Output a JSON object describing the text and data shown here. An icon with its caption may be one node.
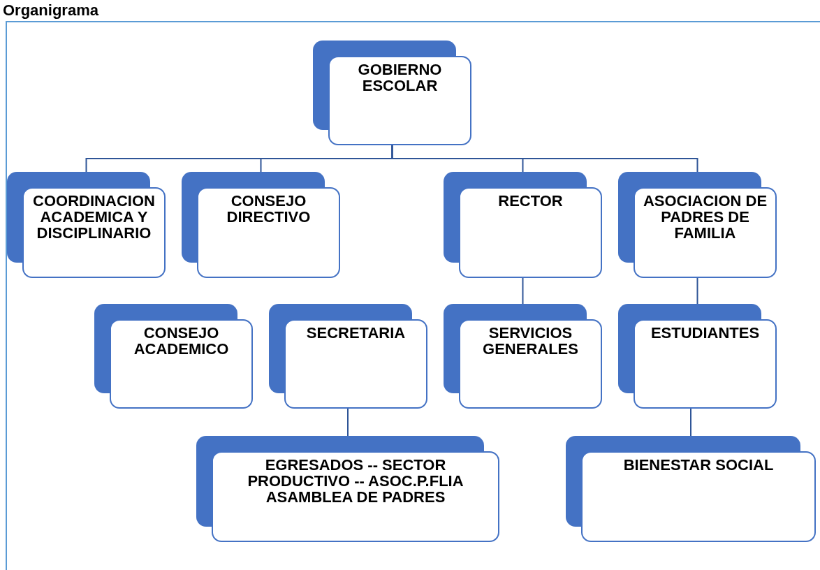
{
  "diagram": {
    "title": "Organigrama",
    "nodes": [
      {
        "text": [
          "GOBIERNO ESCOLAR"
        ]
      },
      {
        "text": [
          "COORDINACION ACADEMICA Y DISCIPLINARIO"
        ]
      },
      {
        "text": [
          "CONSEJO DIRECTIVO"
        ]
      },
      {
        "text": [
          "RECTOR"
        ]
      },
      {
        "text": [
          "ASOCIACION DE PADRES DE FAMILIA"
        ]
      },
      {
        "text": [
          "CONSEJO ACADEMICO"
        ]
      },
      {
        "text": [
          "SECRETARIA"
        ]
      },
      {
        "text": [
          "SERVICIOS GENERALES"
        ]
      },
      {
        "text": [
          "ESTUDIANTES"
        ]
      },
      {
        "text": [
          "EGRESADOS -- SECTOR PRODUCTIVO -- ASOC.P.FLIA ASAMBLEA DE PADRES"
        ]
      },
      {
        "text": [
          "BIENESTAR SOCIAL"
        ]
      }
    ],
    "edges": [
      {
        "from": 0,
        "to": 1,
        "arrow": "none"
      },
      {
        "from": 0,
        "to": 2,
        "arrow": "none"
      },
      {
        "from": 0,
        "to": 3,
        "arrow": "none"
      },
      {
        "from": 0,
        "to": 4,
        "arrow": "none"
      },
      {
        "from": 3,
        "to": 7,
        "arrow": "none"
      },
      {
        "from": 4,
        "to": 8,
        "arrow": "none"
      },
      {
        "from": 6,
        "to": 9,
        "arrow": "none"
      },
      {
        "from": 8,
        "to": 10,
        "arrow": "none"
      }
    ]
  }
}
